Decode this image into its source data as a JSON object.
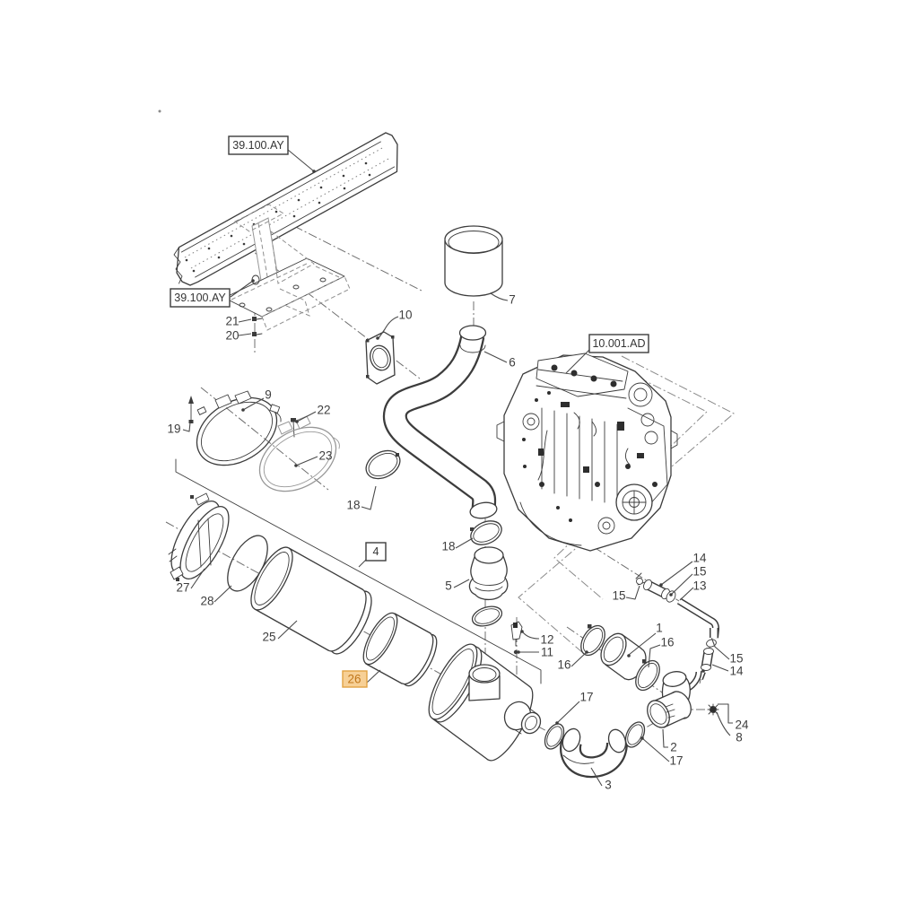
{
  "diagram": {
    "type": "exploded-parts-diagram",
    "background": "#ffffff",
    "line_color": "#3c3c3c",
    "phantom_line_color": "#8a8a8a",
    "highlight": {
      "fill": "#f7d096",
      "border": "#e2a243",
      "text_color": "#c0761a"
    },
    "reference_labels": [
      {
        "id": "ref-frame-top",
        "text": "39.100.AY"
      },
      {
        "id": "ref-frame-bottom",
        "text": "39.100.AY"
      },
      {
        "id": "ref-engine",
        "text": "10.001.AD"
      },
      {
        "id": "ref-group",
        "text": "4"
      },
      {
        "id": "ref-selected-part",
        "text": "26",
        "highlighted": true
      }
    ],
    "callouts": [
      {
        "id": "callout-21",
        "part": "21"
      },
      {
        "id": "callout-20",
        "part": "20"
      },
      {
        "id": "callout-10",
        "part": "10"
      },
      {
        "id": "callout-7",
        "part": "7"
      },
      {
        "id": "callout-6",
        "part": "6"
      },
      {
        "id": "callout-19",
        "part": "19"
      },
      {
        "id": "callout-9",
        "part": "9"
      },
      {
        "id": "callout-22",
        "part": "22"
      },
      {
        "id": "callout-23",
        "part": "23"
      },
      {
        "id": "callout-18-upper",
        "part": "18"
      },
      {
        "id": "callout-18-lower",
        "part": "18"
      },
      {
        "id": "callout-5",
        "part": "5"
      },
      {
        "id": "callout-27",
        "part": "27"
      },
      {
        "id": "callout-28",
        "part": "28"
      },
      {
        "id": "callout-25",
        "part": "25"
      },
      {
        "id": "callout-12",
        "part": "12"
      },
      {
        "id": "callout-11",
        "part": "11"
      },
      {
        "id": "callout-16-left",
        "part": "16"
      },
      {
        "id": "callout-1",
        "part": "1"
      },
      {
        "id": "callout-16-right",
        "part": "16"
      },
      {
        "id": "callout-15-left",
        "part": "15"
      },
      {
        "id": "callout-14-top",
        "part": "14"
      },
      {
        "id": "callout-15-mid",
        "part": "15"
      },
      {
        "id": "callout-13",
        "part": "13"
      },
      {
        "id": "callout-15-right",
        "part": "15"
      },
      {
        "id": "callout-14-bottom",
        "part": "14"
      },
      {
        "id": "callout-17-left",
        "part": "17"
      },
      {
        "id": "callout-17-right",
        "part": "17"
      },
      {
        "id": "callout-2",
        "part": "2"
      },
      {
        "id": "callout-24",
        "part": "24"
      },
      {
        "id": "callout-8",
        "part": "8"
      },
      {
        "id": "callout-3",
        "part": "3"
      }
    ]
  }
}
